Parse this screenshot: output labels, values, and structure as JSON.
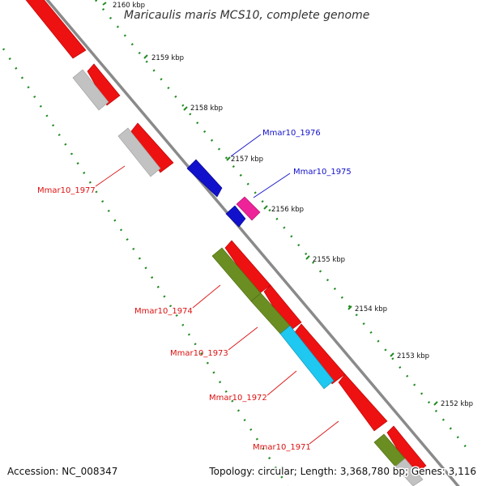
{
  "title": "Maricaulis maris MCS10, complete genome",
  "footer": {
    "accession": "Accession: NC_008347",
    "summary": "Topology: circular; Length: 3,368,780 bp; Genes: 3,116"
  },
  "ticks": [
    "2160 kbp",
    "2159 kbp",
    "2158 kbp",
    "2157 kbp",
    "2156 kbp",
    "2155 kbp",
    "2154 kbp",
    "2153 kbp",
    "2152 kbp"
  ],
  "gene_labels": [
    {
      "id": "Mmar10_1976",
      "color": "#1111cc"
    },
    {
      "id": "Mmar10_1975",
      "color": "#1111cc"
    },
    {
      "id": "Mmar10_1977",
      "color": "#dd1111"
    },
    {
      "id": "Mmar10_1974",
      "color": "#dd1111"
    },
    {
      "id": "Mmar10_1973",
      "color": "#dd1111"
    },
    {
      "id": "Mmar10_1972",
      "color": "#dd1111"
    },
    {
      "id": "Mmar10_1971",
      "color": "#dd1111"
    }
  ],
  "colors": {
    "cds": "#ee1111",
    "rna": "#c2c2c2",
    "blue_gene": "#1111cc",
    "pink_gene": "#ee2299",
    "olive_gene": "#6b8e23",
    "cyan_gene": "#1ec8f0",
    "backbone": "#8a8a8a",
    "tick_dots": "#228b22"
  }
}
